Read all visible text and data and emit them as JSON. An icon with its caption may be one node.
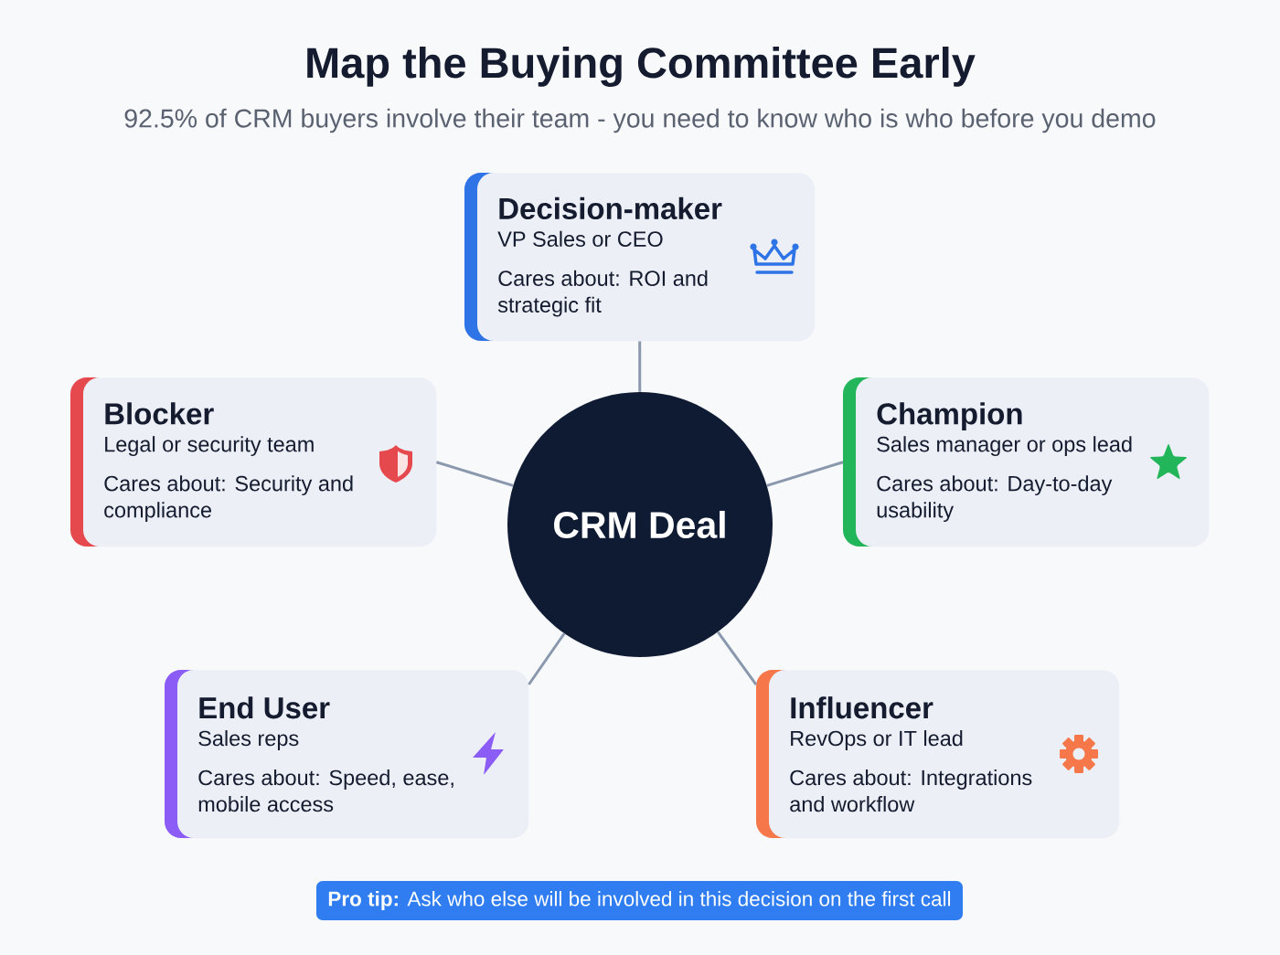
{
  "diagram": {
    "title": "Map the Buying Committee Early",
    "nodes": [
      {
        "text": [
          "Decision-maker",
          "VP Sales or CEO",
          "Cares about: ROI and strategic fit"
        ]
      },
      {
        "text": [
          "Blocker",
          "Legal or security team",
          "Cares about: Security and compliance"
        ]
      },
      {
        "text": [
          "CRM Deal"
        ]
      },
      {
        "text": [
          "Champion",
          "Sales manager or ops lead",
          "Cares about: Day-to-day usability"
        ]
      },
      {
        "text": [
          "End User",
          "Sales reps",
          "Cares about: Speed, ease, mobile access"
        ]
      },
      {
        "text": [
          "Influencer",
          "RevOps or IT lead",
          "Cares about: Integrations and workflow"
        ]
      },
      {
        "text": [
          "**Pro tip:** Ask who else will be involved in this decision on the first call"
        ]
      }
    ],
    "edges": [
      {
        "from": 2,
        "to": 0,
        "arrow": "none"
      },
      {
        "from": 2,
        "to": 1,
        "arrow": "none"
      },
      {
        "from": 2,
        "to": 3,
        "arrow": "none"
      },
      {
        "from": 2,
        "to": 4,
        "arrow": "none"
      },
      {
        "from": 2,
        "to": 5,
        "arrow": "none"
      }
    ],
    "labels": [
      "92.5% of CRM buyers involve their team - you need to know who is who before you demo"
    ]
  }
}
